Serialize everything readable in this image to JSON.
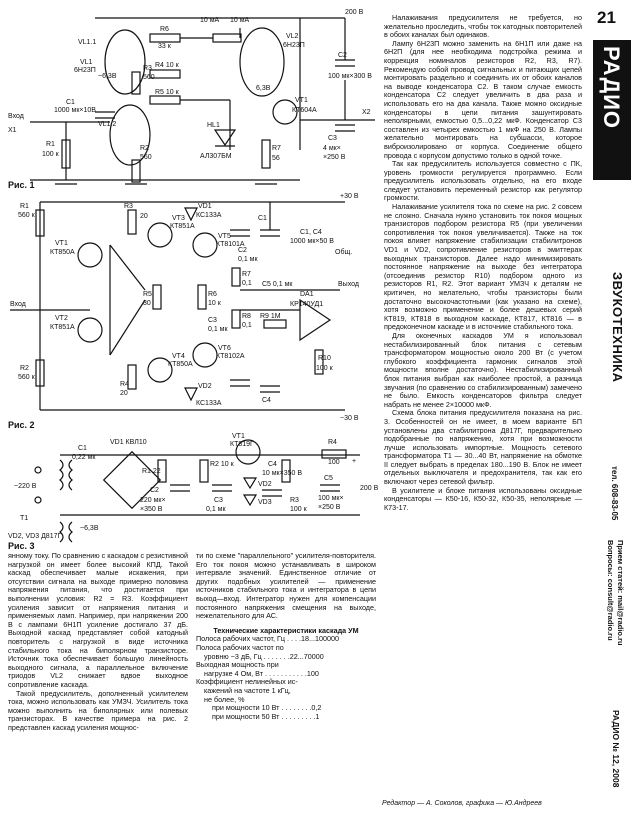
{
  "page": {
    "number": "21",
    "magazine": "РАДИО",
    "section": "ЗВУКОТЕХНИКА",
    "phone": "тел. 608-83-05",
    "submit_line1": "Прием статей: mail@radio.ru",
    "submit_line2": "Вопросы: consult@radio.ru",
    "issue": "РАДИО № 12, 2008",
    "editor_credit": "Редактор — А. Соколов, графика — Ю.Андреев"
  },
  "figures": {
    "fig1": {
      "caption": "Рис. 1",
      "labels": [
        "VL1.1",
        "6Н23П",
        "~6,3В",
        "R6",
        "33 к",
        "R4 10 к",
        "R3",
        "560",
        "R5 10 к",
        "10 мА",
        "10 мА",
        "VL2",
        "6Н23П",
        "200 В",
        "C2",
        "100 мк×300 В",
        "Вход",
        "X1",
        "C1",
        "1000 мк×10В",
        "R1",
        "100 к",
        "VL1.2",
        "R2",
        "560",
        "HL1",
        "АЛ307БМ",
        "VT1",
        "КТ604А",
        "C3",
        "4 мк×",
        "×250 В",
        "X2",
        "R7",
        "56",
        "6,3В",
        "1",
        "2",
        "3",
        "4",
        "5",
        "6",
        "7",
        "8"
      ]
    },
    "fig2": {
      "caption": "Рис. 2",
      "labels": [
        "R1",
        "560 к",
        "R3",
        "20",
        "VD1",
        "КС133А",
        "C1",
        "+30 В",
        "VT1",
        "КТ850А",
        "VT3",
        "КТ851А",
        "VT5",
        "КТ8101А",
        "C1, C4",
        "1000 мк×50 В",
        "C2",
        "0,1 мк",
        "Общ.",
        "R5",
        "30",
        "R6",
        "10 к",
        "R7",
        "0,1",
        "C5 0,1 мк",
        "Выход",
        "Вход",
        "VT2",
        "КТ851А",
        "R8",
        "0,1",
        "R9 1М",
        "DA1",
        "КР140УД1",
        "C3",
        "0,1 мк",
        "R2",
        "560 к",
        "R4",
        "20",
        "VT4",
        "КТ850А",
        "VT6",
        "КТ8102А",
        "R10",
        "100 к",
        "VD2",
        "КС133А",
        "C4",
        "−30 В"
      ]
    },
    "fig3": {
      "caption": "Рис. 3",
      "labels": [
        "C1",
        "0,22 мк",
        "VD1 КВЛ10",
        "VT1",
        "КТ819Г",
        "R4",
        "100",
        "+",
        "~220 В",
        "R1 22",
        "R2 10 к",
        "C4",
        "10 мк×350 В",
        "C2",
        "220 мк×",
        "×350 В",
        "C3",
        "0,1 мк",
        "VD2",
        "VD3",
        "R3",
        "100 к",
        "C5",
        "100 мк×",
        "×250 В",
        "200 В",
        "T1",
        "~6,3В",
        "VD2, VD3 Д817Г"
      ]
    }
  },
  "article": {
    "right_col": [
      "Налаживания предусилителя не требуется, но желательно проследить, чтобы ток катодных повторителей в обоих каналах был одинаков.",
      "Лампу 6Н23П можно заменить на 6Н1П или даже на 6Н2П (для нее необходима подстройка режима и коррекция номиналов резисторов R2, R3, R7). Рекомендую собой провод сигнальных и питающих цепей монтировать раздельно и соединить их от обоих каналов на выводе конденсатора C2. В таком случае емкость конденсатора C2 следует увеличить в два раза и использовать его на два канала. Также можно оксидные конденсаторы в цепи питания зашунтировать неполярными, емкостью 0,5...0,22 мкФ. Конденсатор C3 составлен из четырех емкостью 1 мкФ на 250 В. Лампы желательно монтировать на субшасси, которое виброизолировано от корпуса. Соединение общего провода с корпусом допустимо только в одной точке.",
      "Так как предусилитель используется совместно с ПК, уровень громкости регулируется программно. Если предусилитель использовать отдельно, на его входе следует установить переменный резистор как регулятор громкости.",
      "Налаживание усилителя тока по схеме на рис. 2 совсем не сложно. Сначала нужно установить ток покоя мощных транзисторов подбором резистора R5 (при увеличении сопротивления ток покоя увеличивается). Также на ток покоя влияет напряжение стабилизации стабилитронов VD1 и VD2, сопротивление резисторов в эмиттерах выходных транзисторов. Далее надо минимизировать постоянное напряжение на выходе без интегратора (отсоединив резистор R10) подбором одного из резисторов R1, R2. Этот вариант УМЗЧ к деталям не критичен, но желательно, чтобы транзисторы были достаточно высокочастотными (как указано на схеме), хотя возможно применение и более дешевых серий КТ819, КТ818 в выходном каскаде, КТ817, КТ816 — в предоконечном каскаде и в источнике стабильного тока.",
      "Для оконечных каскадов УМ я использовал нестабилизированный блок питания с сетевым трансформатором мощностью около 200 Вт (с учетом глубокого коэффициента гармоник сигналов этой мощности вполне достаточно). Нестабилизированный блок питания выбран как наиболее простой, а разница звучания (по сравнению со стабилизированным) замечено не было. Емкость конденсаторов фильтра следует набрать не менее 2×10000 мкФ.",
      "Схема блока питания предусилителя показана на рис. 3. Особенностей он не имеет, в моем варианте БП установлены два стабилитрона Д817Г, предварительно подобранные по напряжению, хотя при возможности лучше использовать импортные. Мощность сетевого трансформатора T1 — 30...40 Вт, напряжение на обмотке II следует выбрать в пределах 180...190 В. Блок не имеет отдельных выключателя и предохранителя, так как его включают через сетевой фильтр.",
      "В усилителе и блоке питания использованы оксидные конденсаторы — К50-16, К50-32, К50-35, неполярные — К73-17."
    ],
    "bottom_left": [
      "янному току. По сравнению с каскадом с резистивной нагрузкой он имеет более высокий КПД. Такой каскад обеспечивает малые искажения, при отсутствии сигнала на выходе примерно половина напряжения питания, что достигается при выполнении условия: R2 = R3. Коэффициент усиления зависит от напряжения питания и применяемых ламп. Например, при напряжении 200 В с лампами 6Н1П усиление достигало 37 дБ. Выходной каскад представляет собой катодный повторитель с нагрузкой в виде источника стабильного тока на биполярном транзисторе. Источник тока обеспечивает большую линейность выходного сигнала, а параллельное включение триодов VL2 снижает вдвое выходное сопротивление каскада.",
      "Такой предусилитель, дополненный усилителем тока, можно использовать как УМЗЧ. Усилитель тока можно выполнить на биполярных или полевых транзисторах. В качестве примера на рис. 2 представлен каскад усиления мощнос-"
    ],
    "bottom_mid": [
      "ти по схеме \"параллельного\" усилителя-повторителя. Его ток покоя можно устанавливать в широком интервале значений. Единственное отличие от других подобных усилителей — применение источников стабильного тока и интегратора в цепи выход—вход. Интегратор нужен для компенсации постоянного напряжения смещения на выходе, нежелательного для АС."
    ],
    "tech": {
      "heading": "Технические характеристики каскада УМ",
      "rows": [
        "Полоса рабочих частот, Гц . . . .18...100000",
        "Полоса рабочих частот по",
        "уровню −3 дБ, Гц . . . . . . .22...70000",
        "Выходная мощность при",
        "нагрузке 4 Ом, Вт . . . . . . . . . . .100",
        "Коэффициент нелинейных ис-",
        "кажений на частоте 1 кГц,",
        "не более, %",
        "при мощности 10 Вт . . . . . . . .0,2",
        "при мощности 50 Вт . . . . . . . . .1"
      ]
    }
  }
}
